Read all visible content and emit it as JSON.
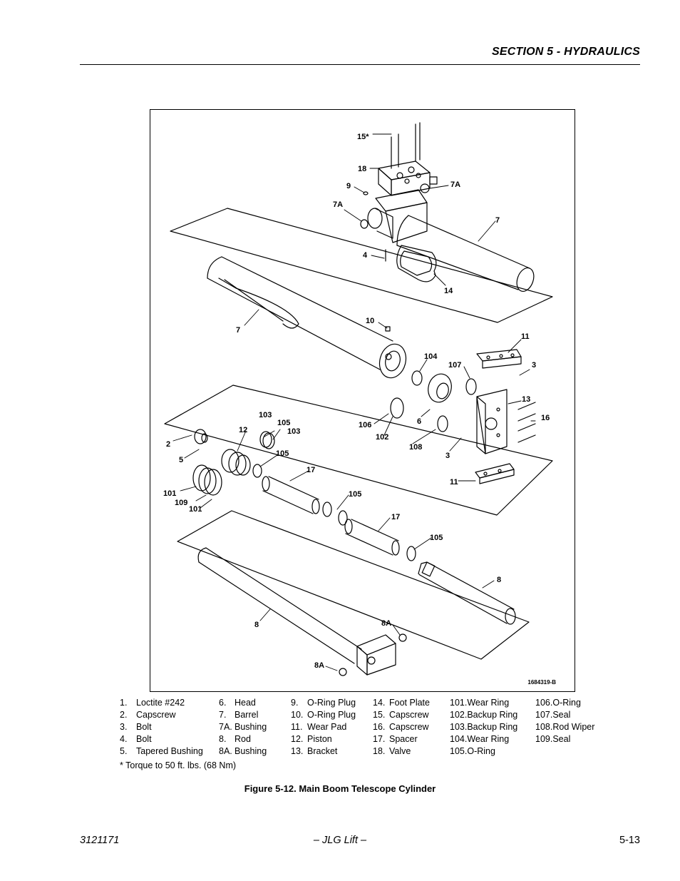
{
  "header": {
    "section_title": "SECTION 5 - HYDRAULICS"
  },
  "figure": {
    "drawing_number": "1684319-B",
    "caption": "Figure 5-12.  Main Boom Telescope Cylinder",
    "callouts": [
      "15*",
      "18",
      "9",
      "7A",
      "7A",
      "7",
      "4",
      "14",
      "7",
      "10",
      "11",
      "104",
      "107",
      "3",
      "13",
      "16",
      "106",
      "6",
      "102",
      "108",
      "3",
      "11",
      "103",
      "105",
      "103",
      "12",
      "2",
      "5",
      "105",
      "17",
      "101",
      "109",
      "101",
      "105",
      "17",
      "105",
      "8",
      "8",
      "8A",
      "8A"
    ]
  },
  "legend": {
    "columns": [
      [
        {
          "num": "1.",
          "name": "Loctite #242"
        },
        {
          "num": "2.",
          "name": "Capscrew"
        },
        {
          "num": "3.",
          "name": "Bolt"
        },
        {
          "num": "4.",
          "name": "Bolt"
        },
        {
          "num": "5.",
          "name": "Tapered Bushing"
        }
      ],
      [
        {
          "num": "6.",
          "name": "Head"
        },
        {
          "num": "7.",
          "name": "Barrel"
        },
        {
          "num": "7A.",
          "name": "Bushing"
        },
        {
          "num": "8.",
          "name": "Rod"
        },
        {
          "num": "8A.",
          "name": "Bushing"
        }
      ],
      [
        {
          "num": "9.",
          "name": "O-Ring Plug"
        },
        {
          "num": "10.",
          "name": "O-Ring Plug"
        },
        {
          "num": "11.",
          "name": "Wear Pad"
        },
        {
          "num": "12.",
          "name": "Piston"
        },
        {
          "num": "13.",
          "name": "Bracket"
        }
      ],
      [
        {
          "num": "14.",
          "name": "Foot Plate"
        },
        {
          "num": "15.",
          "name": "Capscrew"
        },
        {
          "num": "16.",
          "name": "Capscrew"
        },
        {
          "num": "17.",
          "name": "Spacer"
        },
        {
          "num": "18.",
          "name": "Valve"
        }
      ],
      [
        {
          "num": "101.",
          "name": "Wear Ring"
        },
        {
          "num": "102.",
          "name": "Backup Ring"
        },
        {
          "num": "103.",
          "name": "Backup Ring"
        },
        {
          "num": "104.",
          "name": "Wear Ring"
        },
        {
          "num": "105.",
          "name": "O-Ring"
        }
      ],
      [
        {
          "num": "106.",
          "name": "O-Ring"
        },
        {
          "num": "107.",
          "name": "Seal"
        },
        {
          "num": "108.",
          "name": "Rod Wiper"
        },
        {
          "num": "109.",
          "name": "Seal"
        }
      ]
    ],
    "torque_note": "* Torque to 50 ft. lbs. (68 Nm)"
  },
  "footer": {
    "doc_number": "3121171",
    "publisher": "– JLG Lift –",
    "page_number": "5-13"
  }
}
